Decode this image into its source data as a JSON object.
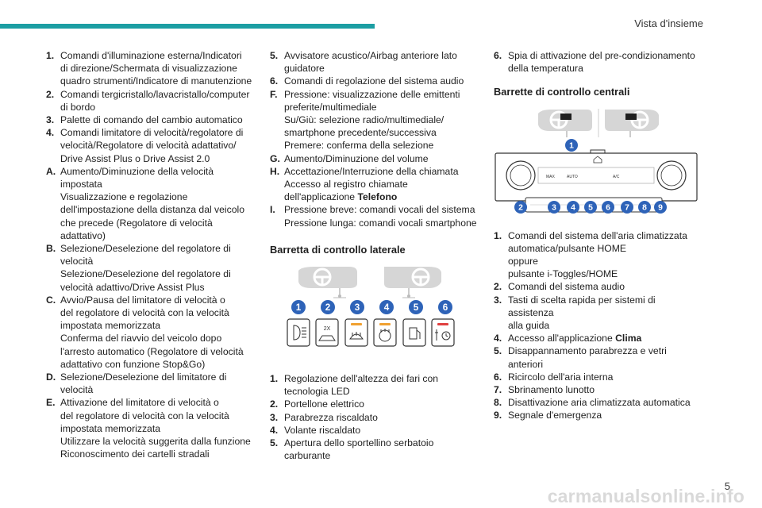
{
  "header": {
    "section": "Vista d'insieme"
  },
  "col1": {
    "items": [
      {
        "key": "1.",
        "lines": [
          "Comandi d'illuminazione esterna/Indicatori",
          "di direzione/Schermata di visualizzazione",
          "quadro strumenti/Indicatore di manutenzione"
        ]
      },
      {
        "key": "2.",
        "lines": [
          "Comandi tergicristallo/lavacristallo/computer",
          "di bordo"
        ]
      },
      {
        "key": "3.",
        "lines": [
          "Palette di comando del cambio automatico"
        ]
      },
      {
        "key": "4.",
        "lines": [
          "Comandi limitatore di velocità/regolatore di",
          "velocità/Regolatore di velocità adattativo/",
          "Drive Assist Plus o Drive Assist 2.0"
        ]
      },
      {
        "key": "A.",
        "lines": [
          "Aumento/Diminuzione della velocità",
          "impostata",
          "Visualizzazione e regolazione",
          "dell'impostazione della distanza dal veicolo",
          "che precede (Regolatore di velocità",
          "adattativo)"
        ]
      },
      {
        "key": "B.",
        "lines": [
          "Selezione/Deselezione del regolatore di",
          "velocità",
          "Selezione/Deselezione del regolatore di",
          "velocità adattivo/Drive Assist Plus"
        ]
      },
      {
        "key": "C.",
        "lines": [
          "Avvio/Pausa del limitatore di velocità o",
          "del regolatore di velocità con la velocità",
          "impostata memorizzata",
          "Conferma del riavvio del veicolo dopo",
          "l'arresto automatico (Regolatore di velocità",
          "adattativo con funzione Stop&Go)"
        ]
      },
      {
        "key": "D.",
        "lines": [
          "Selezione/Deselezione del limitatore di",
          "velocità"
        ]
      },
      {
        "key": "E.",
        "lines": [
          "Attivazione del limitatore di velocità o",
          "del regolatore di velocità con la velocità",
          "impostata memorizzata",
          "Utilizzare la velocità suggerita dalla funzione",
          "Riconoscimento dei cartelli stradali"
        ]
      }
    ]
  },
  "col2": {
    "items": [
      {
        "key": "5.",
        "lines": [
          "Avvisatore acustico/Airbag anteriore lato",
          "guidatore"
        ]
      },
      {
        "key": "6.",
        "lines": [
          "Comandi di regolazione del sistema audio"
        ]
      },
      {
        "key": "F.",
        "lines": [
          "Pressione: visualizzazione delle emittenti",
          "preferite/multimediale",
          "Su/Giù: selezione radio/multimediale/",
          "smartphone precedente/successiva",
          "Premere: conferma della selezione"
        ]
      },
      {
        "key": "G.",
        "lines": [
          "Aumento/Diminuzione del volume"
        ]
      },
      {
        "key": "H.",
        "lines": [
          "Accettazione/Interruzione della chiamata",
          "Accesso al registro chiamate"
        ],
        "last_prefix": "dell'applicazione ",
        "last_bold": "Telefono"
      },
      {
        "key": "I.",
        "lines": [
          "Pressione breve: comandi vocali del sistema",
          "Pressione lunga: comandi vocali smartphone"
        ]
      }
    ],
    "heading": "Barretta di controllo laterale",
    "badges": [
      "1",
      "2",
      "3",
      "4",
      "5",
      "6"
    ],
    "button_label_2x": "2X",
    "items2": [
      {
        "key": "1.",
        "lines": [
          "Regolazione dell'altezza dei fari con",
          "tecnologia LED"
        ]
      },
      {
        "key": "2.",
        "lines": [
          "Portellone elettrico"
        ]
      },
      {
        "key": "3.",
        "lines": [
          "Parabrezza riscaldato"
        ]
      },
      {
        "key": "4.",
        "lines": [
          "Volante riscaldato"
        ]
      },
      {
        "key": "5.",
        "lines": [
          "Apertura dello sportellino serbatoio",
          "carburante"
        ]
      }
    ]
  },
  "col3": {
    "items": [
      {
        "key": "6.",
        "lines": [
          "Spia di attivazione del pre-condizionamento",
          "della temperatura"
        ]
      }
    ],
    "heading": "Barrette di controllo centrali",
    "badges": [
      "1",
      "2",
      "3",
      "4",
      "5",
      "6",
      "7",
      "8",
      "9"
    ],
    "panel_labels": {
      "auto": "AUTO",
      "ac": "A/C",
      "max": "MAX"
    },
    "items2": [
      {
        "key": "1.",
        "lines": [
          "Comandi del sistema dell'aria climatizzata",
          "automatica/pulsante HOME",
          "oppure",
          "pulsante i-Toggles/HOME"
        ]
      },
      {
        "key": "2.",
        "lines": [
          "Comandi del sistema audio"
        ]
      },
      {
        "key": "3.",
        "lines": [
          "Tasti di scelta rapida per sistemi di assistenza",
          "alla guida"
        ]
      },
      {
        "key": "4.",
        "prefix": "Accesso all'applicazione ",
        "bold": "Clima"
      },
      {
        "key": "5.",
        "lines": [
          "Disappannamento parabrezza e vetri anteriori"
        ]
      },
      {
        "key": "6.",
        "lines": [
          "Ricircolo dell'aria interna"
        ]
      },
      {
        "key": "7.",
        "lines": [
          "Sbrinamento lunotto"
        ]
      },
      {
        "key": "8.",
        "lines": [
          "Disattivazione aria climatizzata automatica"
        ]
      },
      {
        "key": "9.",
        "lines": [
          "Segnale d'emergenza"
        ]
      }
    ]
  },
  "footer": {
    "page_number": "5",
    "watermark": "carmanualsonline.info"
  },
  "colors": {
    "accent": "#1c9ea3",
    "badge": "#2e63b8",
    "orange": "#f0a030",
    "red": "#e04040"
  }
}
